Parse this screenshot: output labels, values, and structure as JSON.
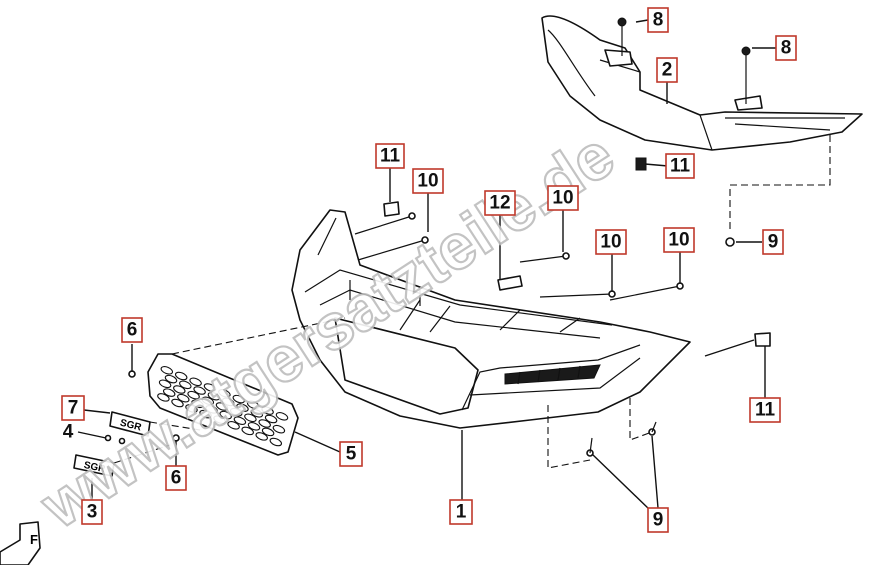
{
  "watermark": "www.atgersatzteile.de",
  "labels": {
    "l1": "1",
    "l2": "2",
    "l3": "3",
    "l4": "4",
    "l5": "5",
    "l6a": "6",
    "l6b": "6",
    "l7": "7",
    "l8a": "8",
    "l8b": "8",
    "l9a": "9",
    "l9b": "9",
    "l10a": "10",
    "l10b": "10",
    "l10c": "10",
    "l10d": "10",
    "l11a": "11",
    "l11b": "11",
    "l11c": "11",
    "l12": "12"
  },
  "emblems": {
    "e7": "SGR",
    "e3": "SGR"
  },
  "corner_mark": "F",
  "colors": {
    "label_border": "#c0392b",
    "line": "#111111",
    "watermark_stroke": "#bdbdbd"
  }
}
